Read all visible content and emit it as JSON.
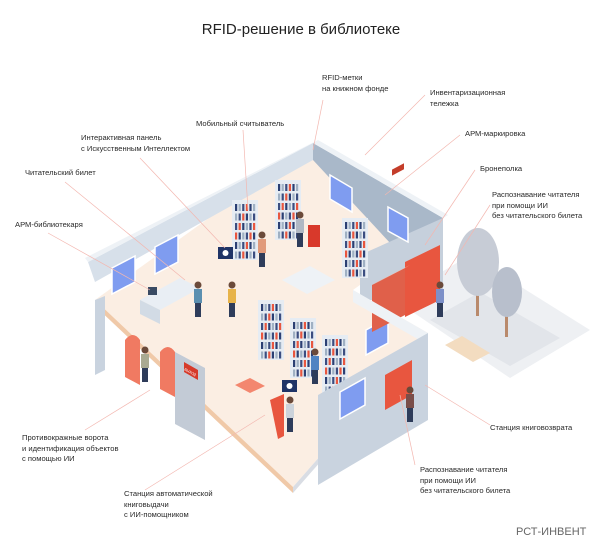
{
  "title": "RFID-решение в библиотеке",
  "labels": {
    "rfid_tags": [
      "RFID-метки",
      "на книжном фонде"
    ],
    "inventory_cart": [
      "Инвентаризационная",
      "тележка"
    ],
    "arm_marking": [
      "АРМ-маркировка"
    ],
    "book_locker": [
      "Бронеполка"
    ],
    "face_recognition_top": [
      "Распознавание читателя",
      "при помощи ИИ",
      "без читательского билета"
    ],
    "mobile_reader": [
      "Мобильный считыватель"
    ],
    "interactive_panel": [
      "Интерактивная панель",
      "с Искусственным Интеллектом"
    ],
    "reader_card": [
      "Читательский билет"
    ],
    "arm_librarian": [
      "АРМ-библиотекаря"
    ],
    "anti_theft_gates": [
      "Противокражные ворота",
      "и идентификация объектов",
      "с помощью ИИ"
    ],
    "return_station": [
      "Станция книговозврата"
    ],
    "face_recognition_bottom": [
      "Распознавание читателя",
      "при помощи ИИ",
      "без читательского билета"
    ],
    "self_checkout": [
      "Станция автоматической",
      "книговыдачи",
      "с ИИ-помощником"
    ]
  },
  "exit_sign": "ВЫХОД",
  "brand": "РСТ-ИНВЕНТ",
  "colors": {
    "accent": "#e8563f",
    "wall": "#c9d3df",
    "wall_dark": "#9fb0c3",
    "floor": "#fbeee3",
    "window": "#7f9cf0",
    "leader": "#f3b7b0"
  }
}
